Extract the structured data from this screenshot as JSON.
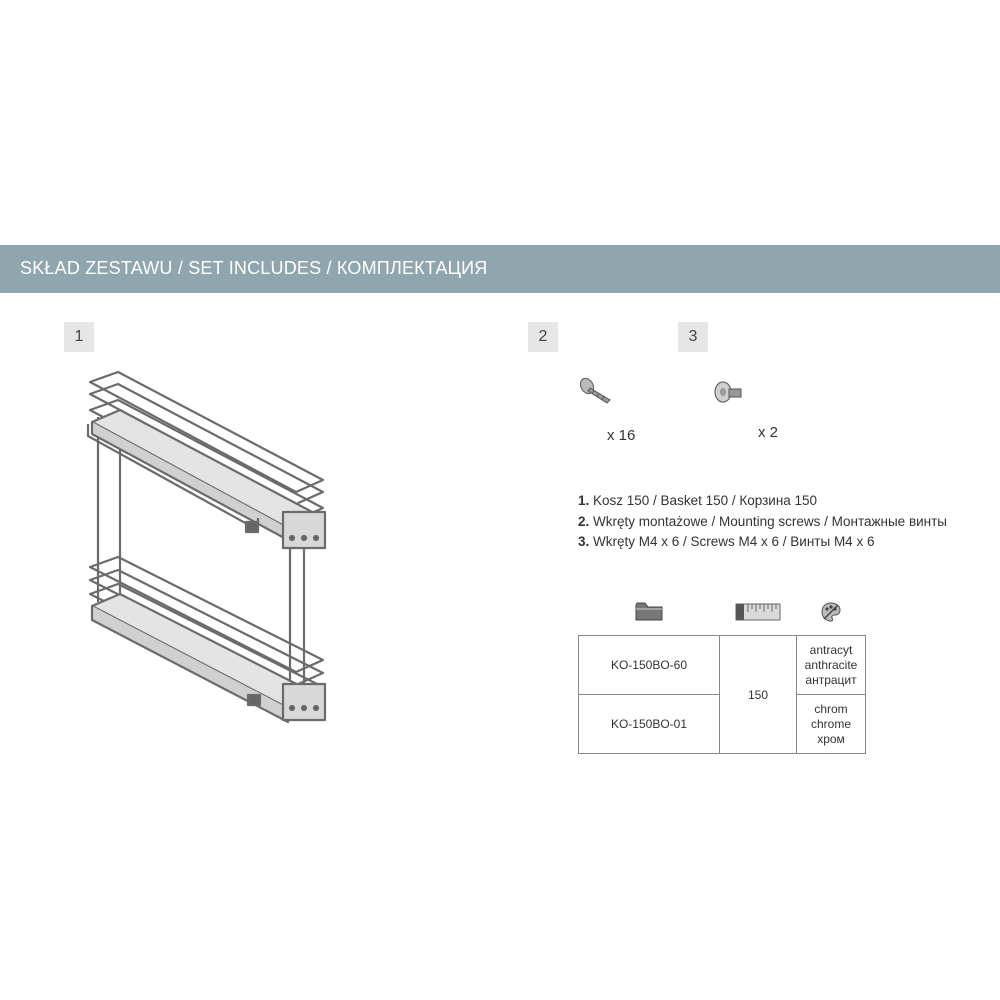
{
  "banner": {
    "title": "SKŁAD ZESTAWU / SET INCLUDES / КОМПЛЕКТАЦИЯ"
  },
  "items": [
    {
      "number": "1"
    },
    {
      "number": "2",
      "quantity": "x 16"
    },
    {
      "number": "3",
      "quantity": "x 2"
    }
  ],
  "legend": [
    {
      "num": "1.",
      "text": " Kosz 150 / Basket 150 / Корзина 150"
    },
    {
      "num": "2.",
      "text": " Wkręty montażowe / Mounting screws / Монтажные винты"
    },
    {
      "num": "3.",
      "text": " Wkręty M4 x 6 / Screws M4 x 6 / Винты M4 x 6"
    }
  ],
  "table": {
    "header_icons": [
      "folder-icon",
      "ruler-icon",
      "palette-icon"
    ],
    "size": "150",
    "rows": [
      {
        "code": "KO-150BO-60",
        "color": [
          "antracyt",
          "anthracite",
          "антрацит"
        ]
      },
      {
        "code": "KO-150BO-01",
        "color": [
          "chrom",
          "chrome",
          "хром"
        ]
      }
    ]
  }
}
